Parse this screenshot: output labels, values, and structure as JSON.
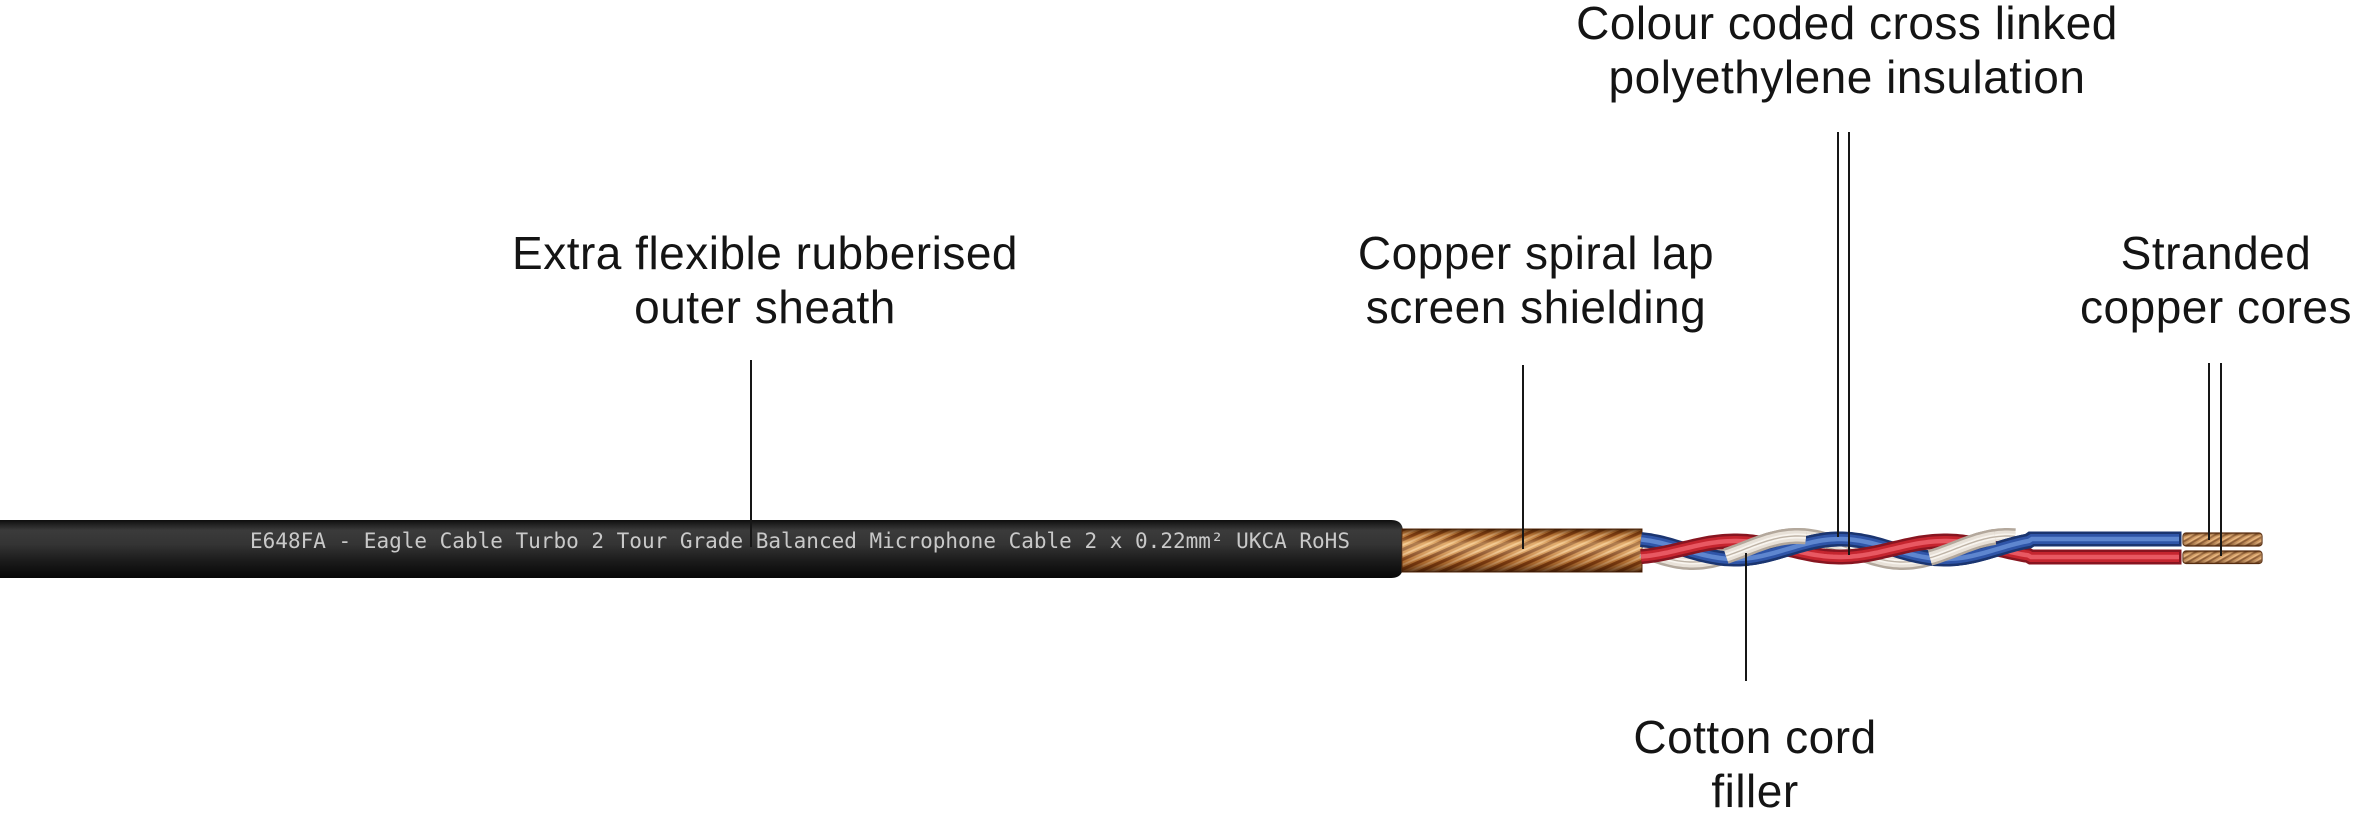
{
  "diagram": {
    "cable_print": "E648FA - Eagle Cable Turbo 2 Tour Grade Balanced Microphone Cable 2 x 0.22mm² UKCA RoHS",
    "labels": {
      "insulation": {
        "line1": "Colour coded cross linked",
        "line2": "polyethylene insulation"
      },
      "sheath": {
        "line1": "Extra flexible rubberised",
        "line2": "outer sheath"
      },
      "shield": {
        "line1": "Copper spiral lap",
        "line2": "screen shielding"
      },
      "cores": {
        "line1": "Stranded",
        "line2": "copper cores"
      },
      "filler": {
        "line1": "Cotton cord",
        "line2": "filler"
      }
    },
    "colors": {
      "sheath_black": "#1c1c1c",
      "print_text": "#c9c9c9",
      "copper_base": "#cf8a45",
      "copper_dark": "#7d3c12",
      "copper_light": "#edbd85",
      "core_base": "#c2854a",
      "core_dark": "#77421c",
      "core_light": "#e6b27c",
      "wire_blue": "#2f55a8",
      "wire_blue_dark": "#1b3570",
      "wire_blue_light": "#5e86cf",
      "wire_red": "#c5252f",
      "wire_red_dark": "#871520",
      "wire_red_light": "#e85862",
      "cotton_white": "#e8e1d8",
      "cotton_dark": "#b3a89c",
      "cotton_light": "#f8f4ee",
      "cotton_divider": "#bfb4a7",
      "leader_line": "#161616",
      "label_text": "#141414"
    }
  }
}
